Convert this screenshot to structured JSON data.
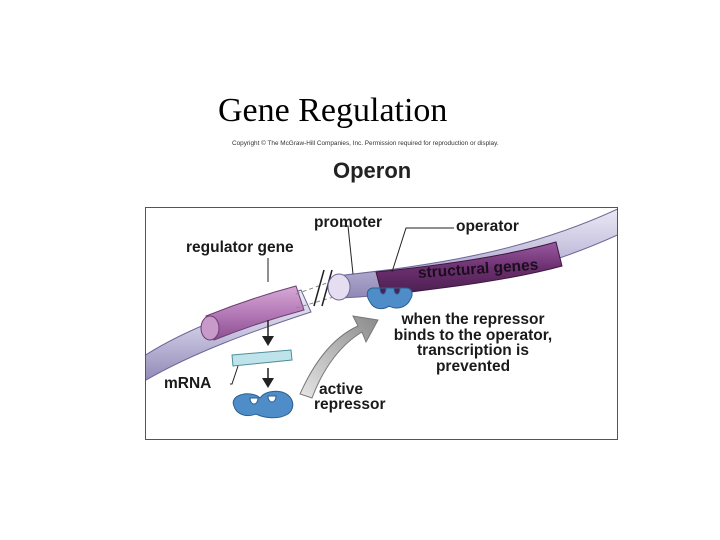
{
  "slide": {
    "title": "Gene Regulation",
    "copyright": "Copyright © The McGraw-Hill Companies, Inc. Permission required for reproduction or display."
  },
  "figure": {
    "title": "Operon",
    "labels": {
      "promoter": "promoter",
      "operator": "operator",
      "regulator_gene": "regulator gene",
      "structural_genes": "structural genes",
      "mrna": "mRNA",
      "active_repressor_line1": "active",
      "active_repressor_line2": "repressor"
    },
    "note_lines": [
      "when the repressor",
      "binds to the operator,",
      "transcription is",
      "prevented"
    ]
  },
  "colors": {
    "dna": "#c8c3df",
    "regulator_gene": "#b57ab8",
    "promoter": "#d6cde8",
    "structural_genes": "#6b2f6f",
    "repressor": "#4f8dc8",
    "mrna": "#bfe3ea"
  }
}
